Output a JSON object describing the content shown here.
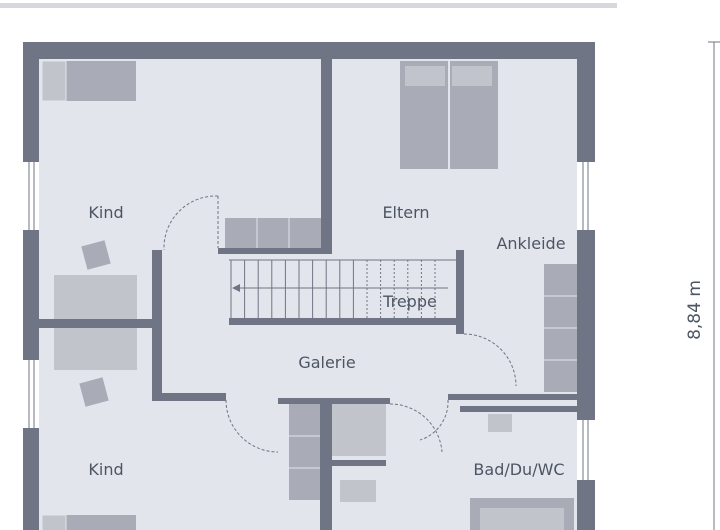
{
  "floorplan": {
    "rooms": [
      {
        "id": "kind1",
        "label": "Kind"
      },
      {
        "id": "eltern",
        "label": "Eltern"
      },
      {
        "id": "ankleide",
        "label": "Ankleide"
      },
      {
        "id": "treppe",
        "label": "Treppe"
      },
      {
        "id": "galerie",
        "label": "Galerie"
      },
      {
        "id": "kind2",
        "label": "Kind"
      },
      {
        "id": "bad",
        "label": "Bad/Du/WC"
      }
    ],
    "dimension": {
      "label": "8,84 m"
    },
    "colors": {
      "wall": "#6f7584",
      "floor": "#e3e5ec",
      "furniture": "#a9acb6",
      "furniture_light": "#c2c4cc",
      "door_arc": "#6f7584",
      "top_line": "#d6d8dd"
    }
  }
}
